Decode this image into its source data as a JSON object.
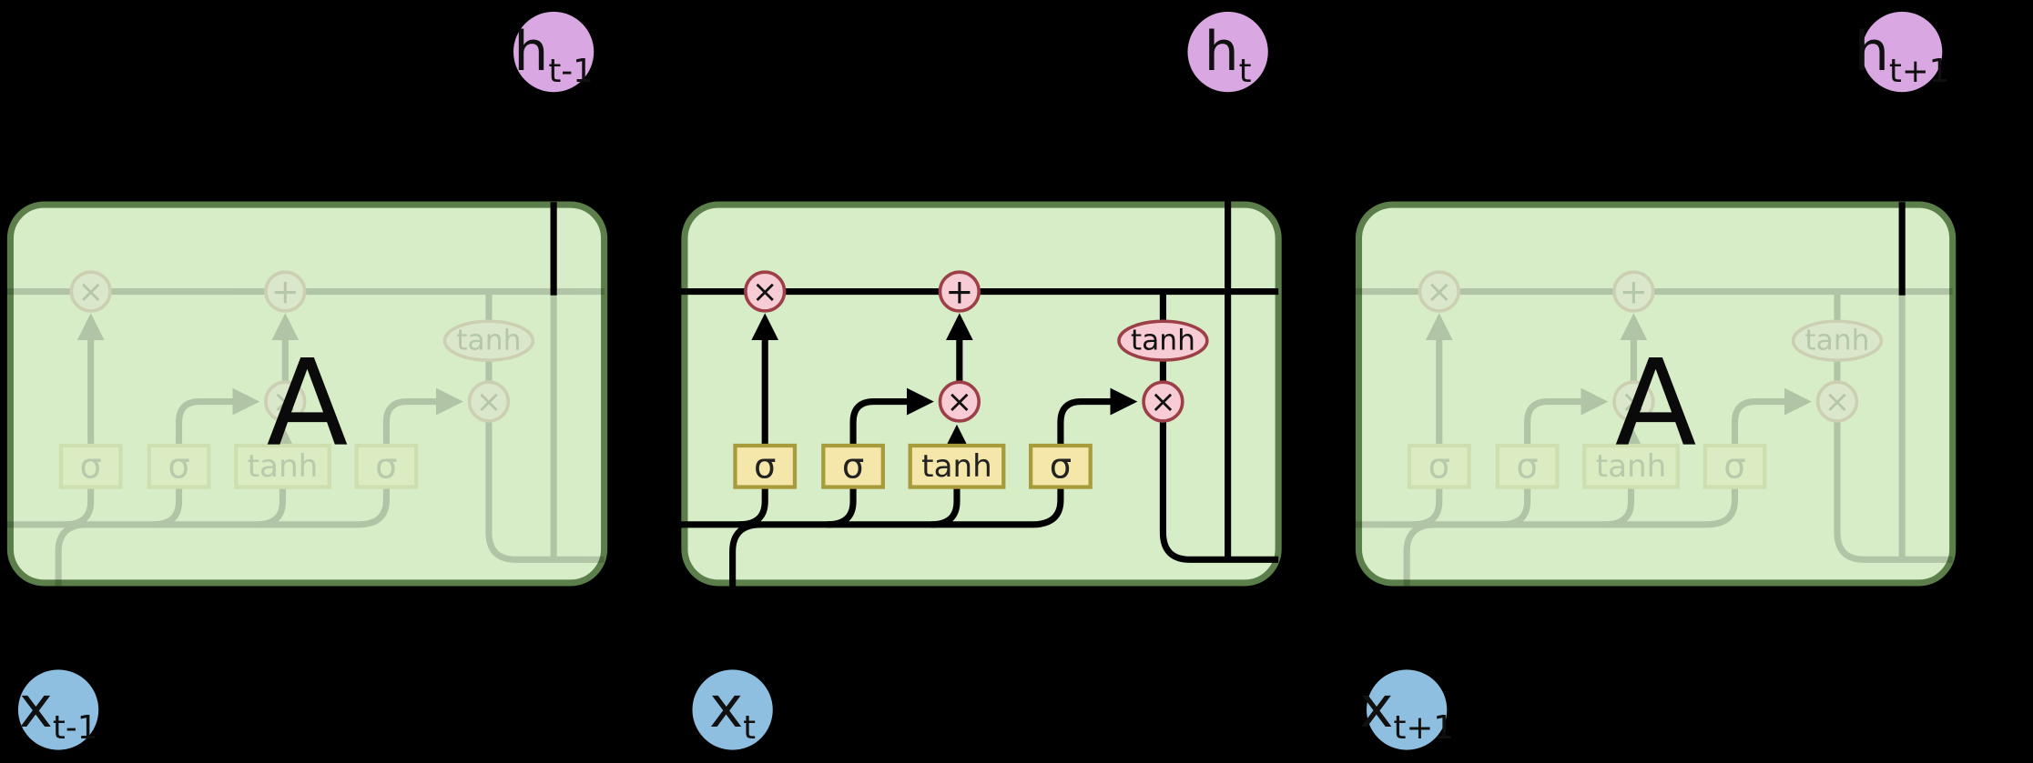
{
  "diagram": {
    "background_color": "#000000",
    "cell": {
      "label": "A",
      "fill": "#d6edc8",
      "stroke": "#5c7e4a"
    },
    "symbols": {
      "sigma": "σ",
      "tanh": "tanh",
      "multiply": "×",
      "add": "+"
    },
    "op_style": {
      "fill": "#f8ccd4",
      "stroke": "#9c3f46"
    },
    "gate_style": {
      "fill": "#f5e7a9",
      "stroke": "#a79b3c"
    },
    "hidden_nodes": [
      {
        "main": "h",
        "sub": "t-1",
        "fill": "#d9a7e1"
      },
      {
        "main": "h",
        "sub": "t",
        "fill": "#d9a7e1"
      },
      {
        "main": "h",
        "sub": "t+1",
        "fill": "#d9a7e1"
      }
    ],
    "input_nodes": [
      {
        "main": "x",
        "sub": "t-1",
        "fill": "#8fbfe0"
      },
      {
        "main": "x",
        "sub": "t",
        "fill": "#8fbfe0"
      },
      {
        "main": "x",
        "sub": "t+1",
        "fill": "#8fbfe0"
      }
    ]
  }
}
